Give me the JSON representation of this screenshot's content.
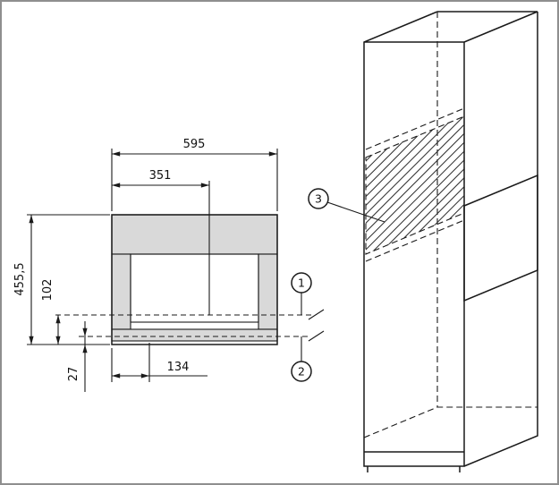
{
  "diagram": {
    "colors": {
      "line": "#1a1a1a",
      "panel_gray": "#d9d9d9",
      "background": "#ffffff"
    },
    "front_view": {
      "dims": {
        "width_total": "595",
        "width_partial": "351",
        "height_total": "455,5",
        "bottom_clearance": "102",
        "plinth_gap": "27",
        "side_offset": "134"
      }
    },
    "callouts": {
      "one": "1",
      "two": "2",
      "three": "3"
    }
  }
}
